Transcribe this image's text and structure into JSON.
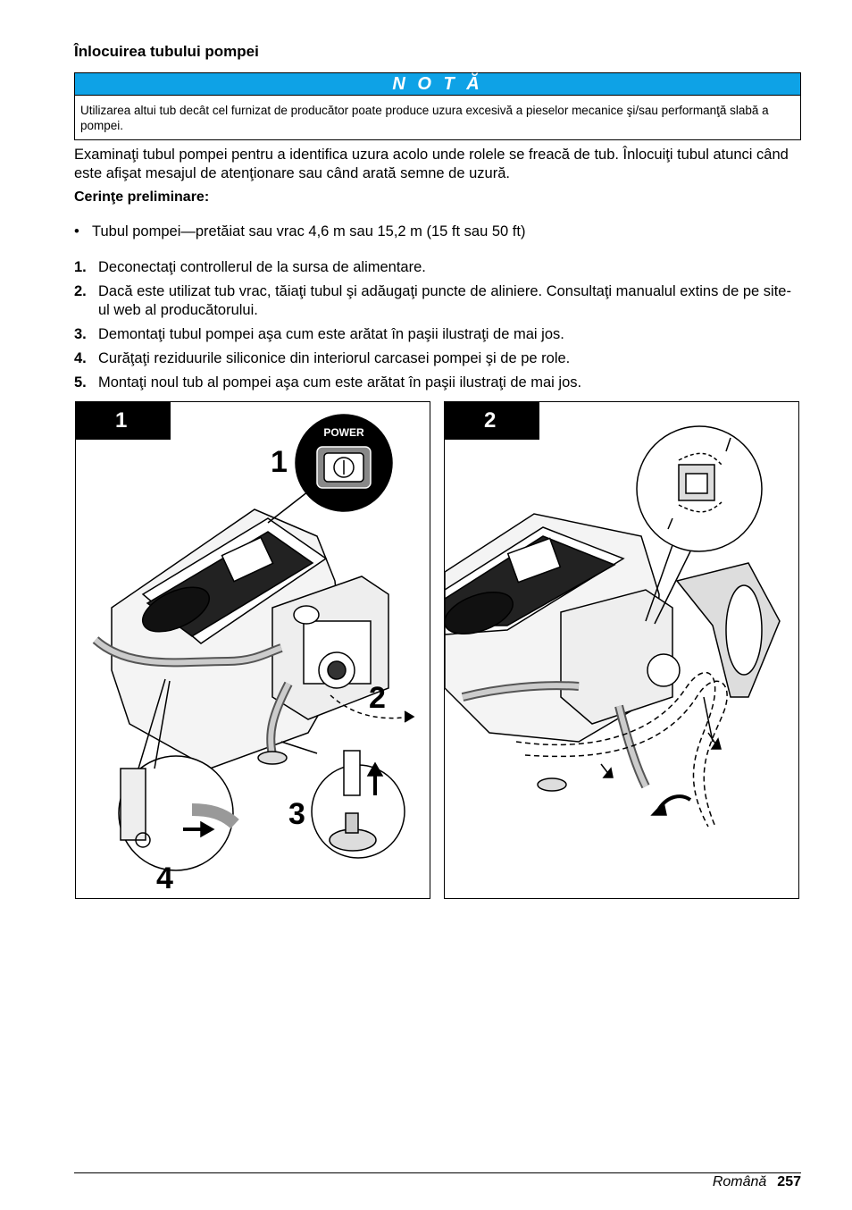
{
  "heading": "Înlocuirea tubului pompei",
  "note": {
    "label": "N O T Ă",
    "text": "Utilizarea altui tub decât cel furnizat de producător poate produce uzura excesivă a pieselor mecanice şi/sau performanţă slabă a pompei."
  },
  "intro": "Examinaţi tubul pompei pentru a identifica uzura acolo unde rolele se freacă de tub. Înlocuiţi tubul atunci când este afişat mesajul de atenţionare sau când arată semne de uzură.",
  "prereq_title": "Cerinţe preliminare:",
  "bullet": "Tubul pompei—pretăiat sau vrac 4,6 m sau 15,2 m (15 ft sau 50 ft)",
  "steps": [
    {
      "num": "1.",
      "text": "Deconectaţi controllerul de la sursa de alimentare."
    },
    {
      "num": "2.",
      "text": "Dacă este utilizat tub vrac, tăiaţi tubul şi adăugaţi puncte de aliniere. Consultaţi manualul extins de pe site-ul web al producătorului."
    },
    {
      "num": "3.",
      "text": "Demontaţi tubul pompei aşa cum este arătat în paşii ilustraţi de mai jos."
    },
    {
      "num": "4.",
      "text": "Curăţaţi reziduurile siliconice din interiorul carcasei pompei şi de pe role."
    },
    {
      "num": "5.",
      "text": "Montaţi noul tub al pompei aşa cum este arătat în paşii ilustraţi de mai jos."
    }
  ],
  "figures": [
    {
      "tag": "1",
      "power_label": "POWER",
      "callouts": [
        "1",
        "2",
        "3",
        "4"
      ]
    },
    {
      "tag": "2"
    }
  ],
  "footer": {
    "language": "Română",
    "page": "257"
  }
}
